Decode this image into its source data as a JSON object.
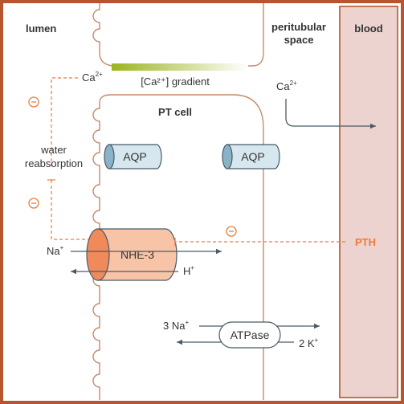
{
  "regions": {
    "lumen": "lumen",
    "peritubular_line1": "peritubular",
    "peritubular_line2": "space",
    "blood": "blood",
    "cell": "PT cell"
  },
  "gradient_label": "[Ca²⁺] gradient",
  "ions": {
    "ca_lumen_base": "Ca",
    "ca_lumen_sup": "2+",
    "ca_space_base": "Ca",
    "ca_space_sup": "2+",
    "na_in_base": "Na",
    "na_in_sup": "+",
    "h_out_base": "H",
    "h_out_sup": "+",
    "na3_base": "3 Na",
    "na3_sup": "+",
    "k2_base": "2 K",
    "k2_sup": "+"
  },
  "water_line1": "water",
  "water_line2": "reabsorption",
  "proteins": {
    "aqp_left": "AQP",
    "aqp_right": "AQP",
    "nhe3": "NHE-3",
    "atpase": "ATPase"
  },
  "pth": "PTH",
  "inhibit_symbol": "−",
  "colors": {
    "frame": "#b85530",
    "blood_fill": "#ecd3cf",
    "accent_orange": "#f07a3a",
    "nhe_fill": "#f8c4a8",
    "aqp_fill": "#d6e7ef",
    "gradient_green": "#9ab51e",
    "arrow_gray": "#4a5a66",
    "text_dark": "#333333"
  }
}
